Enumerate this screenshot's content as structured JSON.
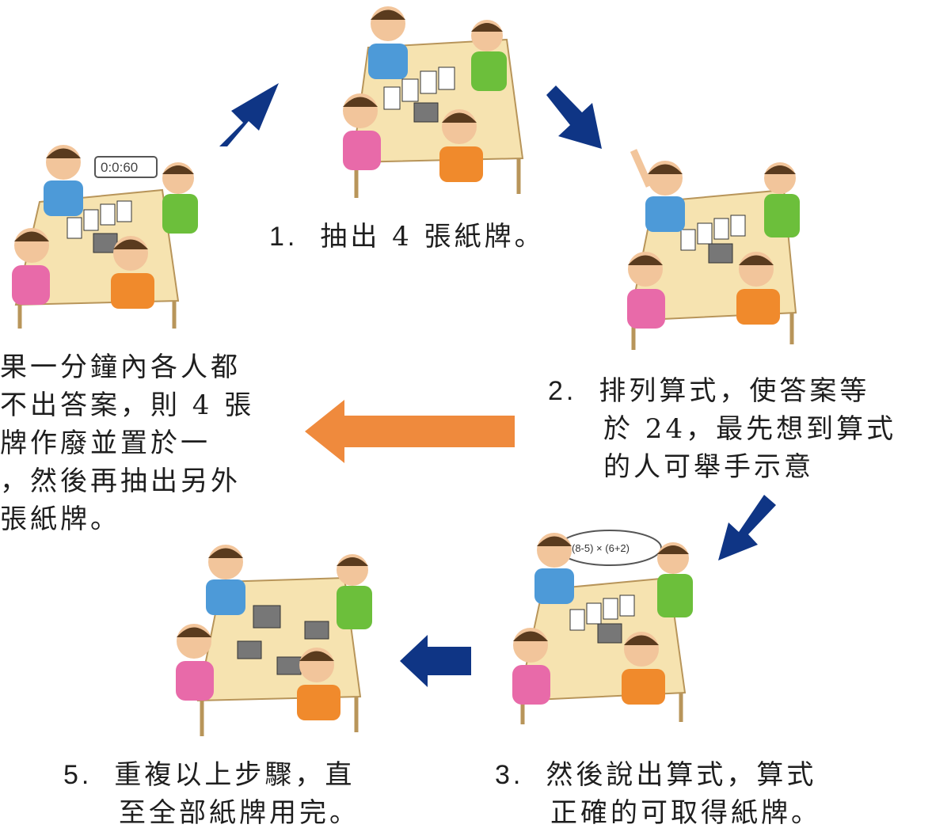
{
  "steps": [
    {
      "num": "1.",
      "text": "抽出 4 張紙牌。"
    },
    {
      "num": "2.",
      "lines": [
        "排列算式，使答案等",
        "於 24，最先想到算式",
        "的人可舉手示意"
      ]
    },
    {
      "num": "3.",
      "lines": [
        "然後說出算式，算式",
        "正確的可取得紙牌。"
      ]
    },
    {
      "num": "5.",
      "lines": [
        "重複以上步驟，直",
        "至全部紙牌用完。"
      ]
    },
    {
      "lines": [
        "果一分鐘內各人都",
        "不出答案，則 4 張",
        "牌作廢並置於一",
        "，然後再抽出另外",
        "張紙牌。"
      ]
    }
  ],
  "timer": "0:0:60",
  "speech": "(8-5) × (6+2)",
  "colors": {
    "navy_arrow": "#0f3585",
    "orange_arrow": "#ef8a3d",
    "table": "#f6e3b0"
  }
}
